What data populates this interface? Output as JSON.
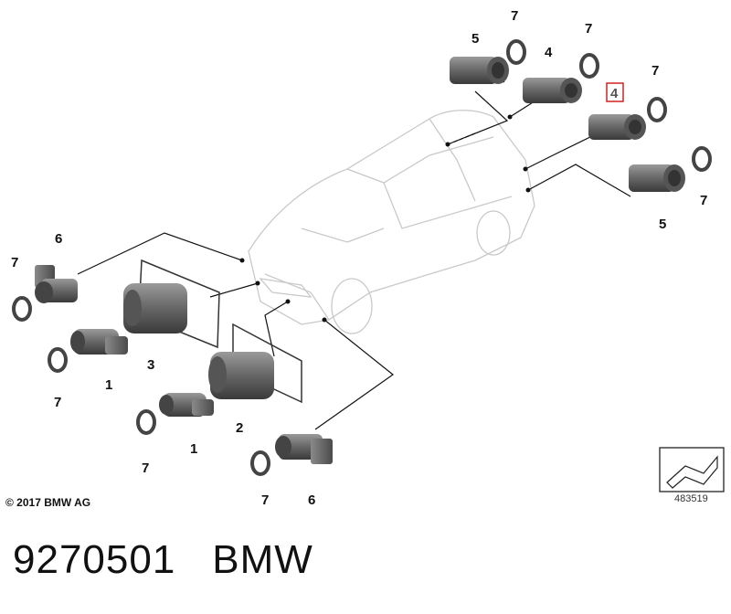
{
  "diagram": {
    "callouts": {
      "c1": "5",
      "c2": "7",
      "c3": "4",
      "c4": "7",
      "c5": "4",
      "c6": "7",
      "c7": "7",
      "c8": "5",
      "c9": "6",
      "c10": "7",
      "c11": "3",
      "c12": "1",
      "c13": "7",
      "c14": "2",
      "c15": "1",
      "c16": "7",
      "c17": "7",
      "c18": "6"
    },
    "highlighted_callout": "c5",
    "highlight_color": "#d32020",
    "part_color": "#6b6b6b"
  },
  "footer": {
    "copyright": "© 2017 BMW AG",
    "doc_number": "483519"
  },
  "caption": {
    "part_number": "9270501",
    "brand": "BMW"
  }
}
